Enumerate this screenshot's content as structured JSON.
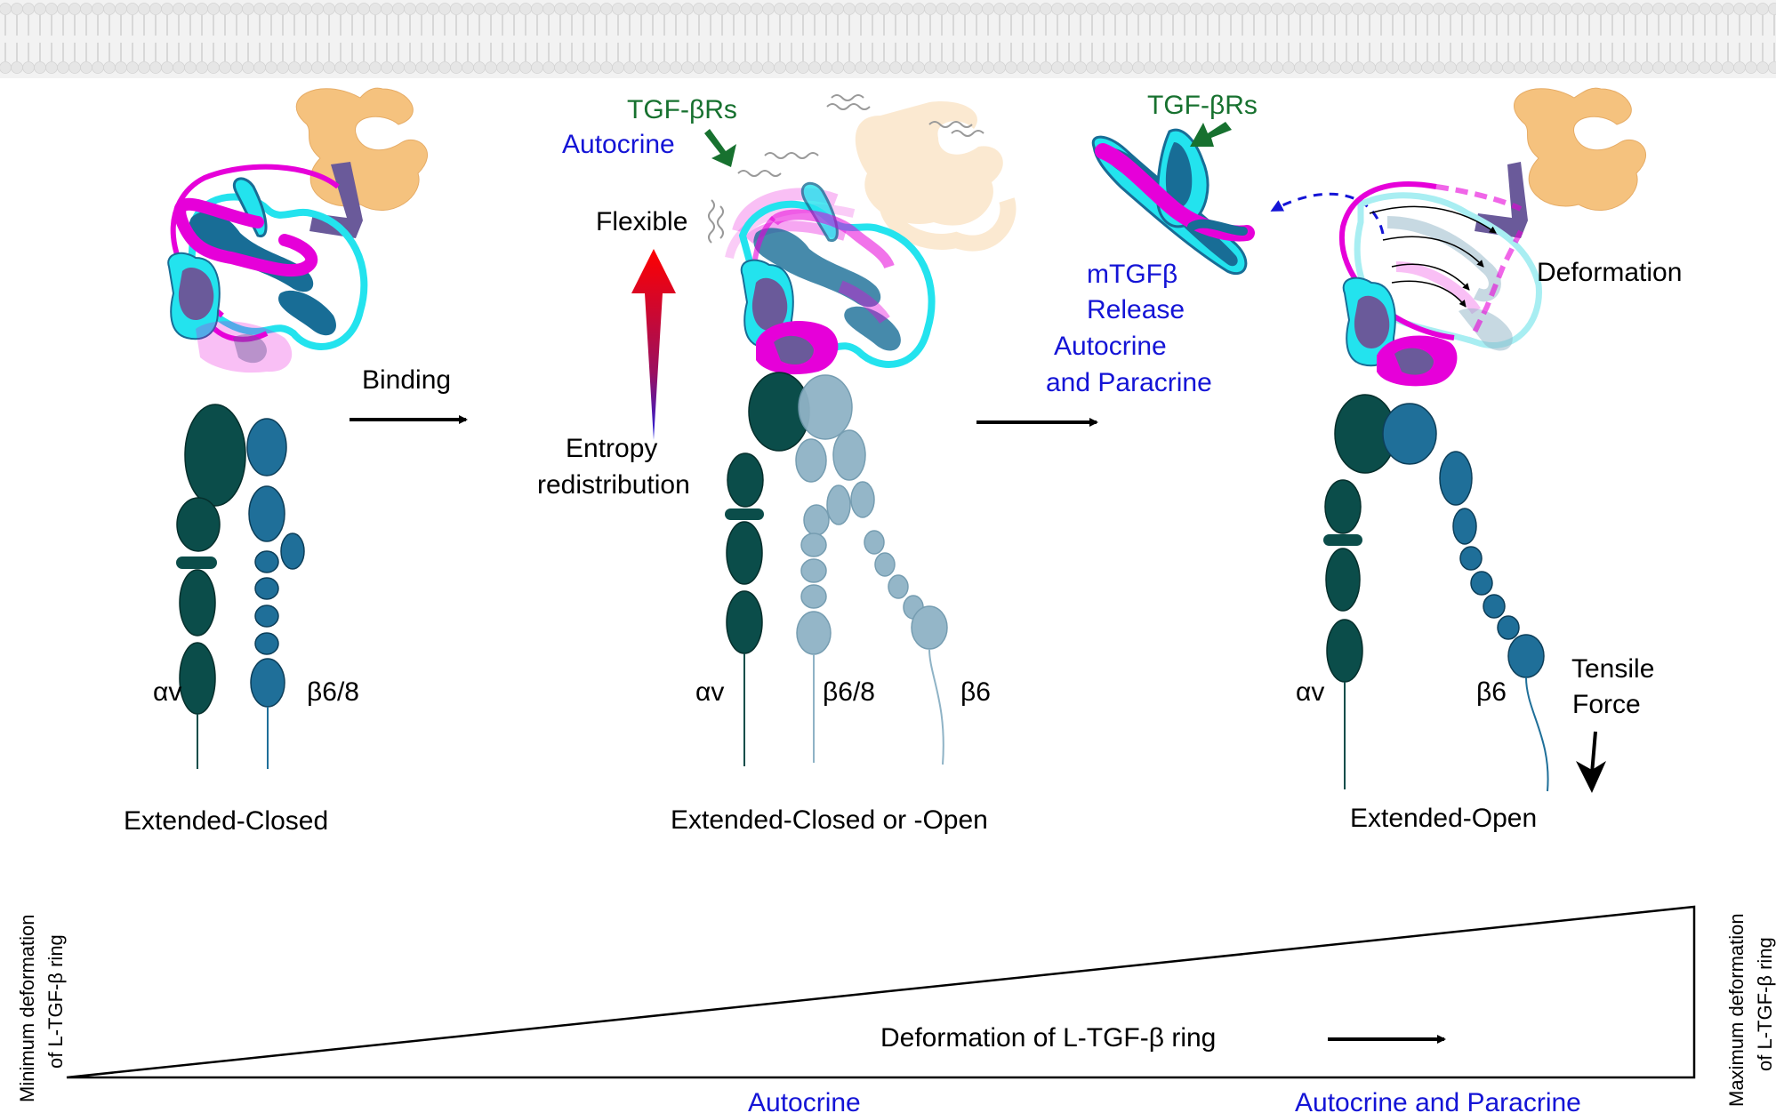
{
  "colors": {
    "alpha_chain": "#0b4d4a",
    "beta_chain": "#1f6f99",
    "beta_faded": "#8fb3c6",
    "prodomain": "#e600d9",
    "tgfb_cyan": "#23e3ee",
    "tgfb_core": "#186d96",
    "purple": "#6a5a9a",
    "grpr_orange": "#f5c27e",
    "membrane": "#e6e6e6",
    "receptor_green": "#17712f",
    "blue_text": "#1414d6",
    "black": "#000000"
  },
  "icons": [
    "membrane-bilayer-icon",
    "arp-orange-c-icon",
    "right-arrow-icon",
    "entropy-gradient-arrow-icon",
    "down-arrow-icon",
    "dashed-curved-arrow-icon"
  ],
  "panel1": {
    "binding": "Binding",
    "alpha": "αv",
    "beta": "β6/8",
    "state": "Extended-Closed"
  },
  "panel2": {
    "receptors": "TGF-βRs",
    "autocrine": "Autocrine",
    "flexible": "Flexible",
    "entropy": "Entropy",
    "redistribution": "redistribution",
    "alpha": "αv",
    "beta68": "β6/8",
    "beta6": "β6",
    "state": "Extended-Closed or -Open"
  },
  "panel3": {
    "receptors": "TGF-βRs",
    "release_lines": [
      "mTGFβ",
      "Release",
      "Autocrine",
      "and Paracrine"
    ],
    "deformation": "Deformation",
    "tensile1": "Tensile",
    "tensile2": "Force",
    "alpha": "αv",
    "beta6": "β6",
    "state": "Extended-Open"
  },
  "scale": {
    "left_line1": "Minimum deformation",
    "left_line2": "of  L-TGF-β ring",
    "right_line1": "Maximum deformation",
    "right_line2": "of  L-TGF-β ring",
    "center": "Deformation of L-TGF-β ring",
    "autocrine": "Autocrine",
    "autocrine_paracrine": "Autocrine and Paracrine"
  }
}
